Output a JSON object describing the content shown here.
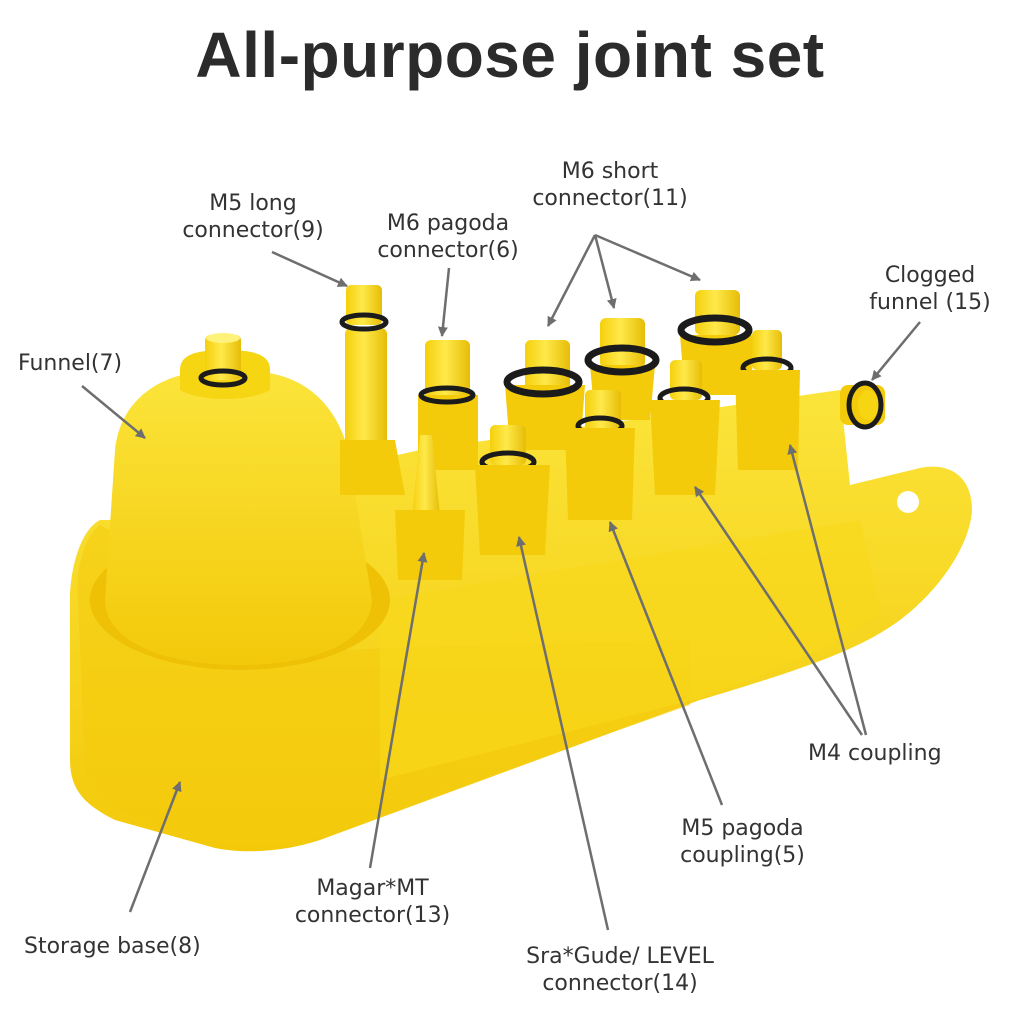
{
  "title": "All-purpose joint set",
  "colors": {
    "body": "#f6d20e",
    "body_shade": "#e0b800",
    "ring": "#1b1b1b",
    "arrow": "#6e6e6e",
    "text": "#333333"
  },
  "labels": {
    "m5_long": [
      "M5 long",
      "connector(9)"
    ],
    "m6_pagoda": [
      "M6 pagoda",
      "connector(6)"
    ],
    "m6_short": [
      "M6 short",
      "connector(11)"
    ],
    "clogged": [
      "Clogged",
      "funnel (15)"
    ],
    "funnel": "Funnel(7)",
    "m4": "M4 coupling",
    "m5_pagoda": [
      "M5 pagoda",
      "coupling(5)"
    ],
    "magar": [
      "Magar*MT",
      "connector(13)"
    ],
    "sra": [
      "Sra*Gude/ LEVEL",
      "connector(14)"
    ],
    "storage": "Storage base(8)"
  }
}
